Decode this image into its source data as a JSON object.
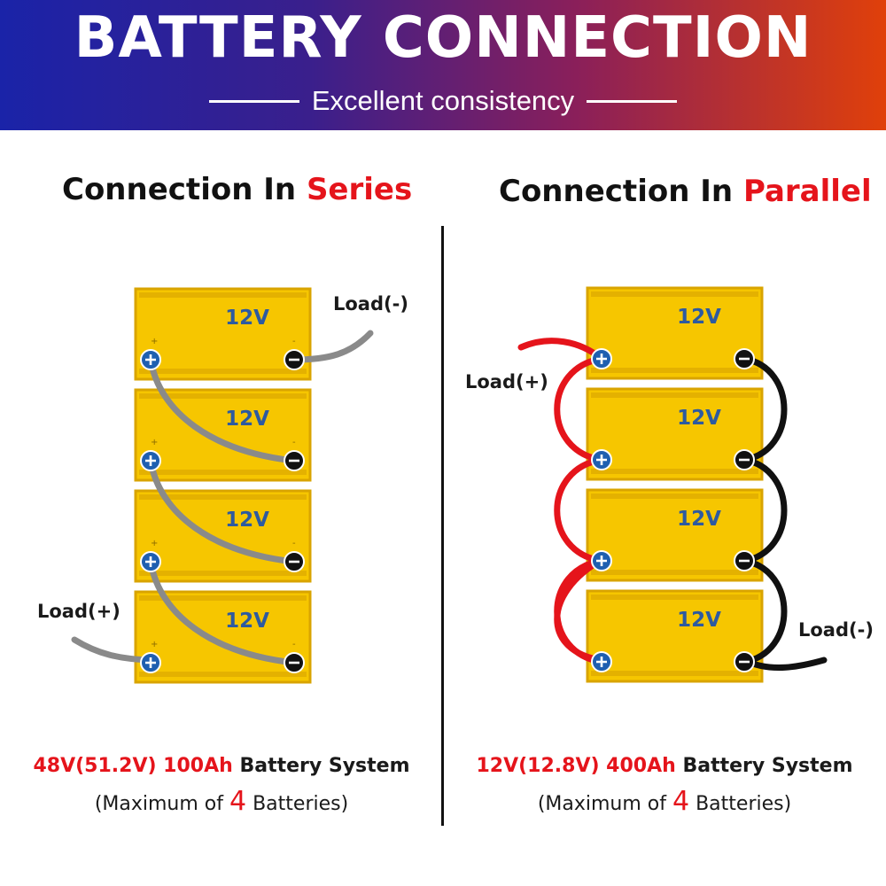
{
  "banner": {
    "title": "BATTERY CONNECTION",
    "subtitle": "Excellent consistency"
  },
  "series": {
    "heading_prefix": "Connection In ",
    "heading_accent": "Series",
    "voltage_label": "12V",
    "load_negative": "Load(-)",
    "load_positive": "Load(+)",
    "plus_mark": "+",
    "minus_mark": "-",
    "caption_red": "48V(51.2V) 100Ah",
    "caption_black": " Battery System",
    "caption_pre": "(Maximum of ",
    "caption_count": "4",
    "caption_post": " Batteries)"
  },
  "parallel": {
    "heading_prefix": "Connection In ",
    "heading_accent": "Parallel",
    "voltage_label": "12V",
    "load_positive": "Load(+)",
    "load_negative": "Load(-)",
    "caption_red": "12V(12.8V) 400Ah",
    "caption_black": " Battery System",
    "caption_pre": "(Maximum of ",
    "caption_count": "4",
    "caption_post": " Batteries)"
  },
  "colors": {
    "battery_body": "#f6c600",
    "battery_border": "#d9a400",
    "voltage_text": "#2d5aa0",
    "positive_terminal": "#1f5fb0",
    "negative_terminal": "#111111",
    "series_cable": "#8a8a8a",
    "positive_cable": "#e5141b",
    "negative_cable": "#111111"
  }
}
